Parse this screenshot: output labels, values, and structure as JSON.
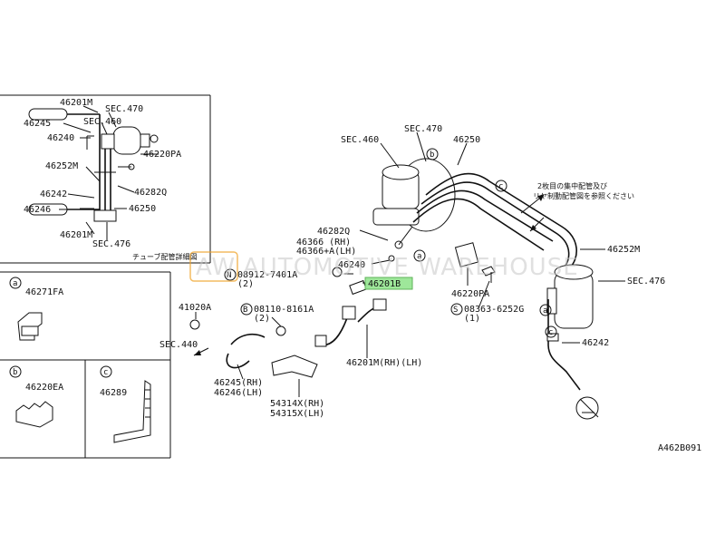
{
  "detail_box": {
    "caption": "チューブ配管詳細図",
    "labels": {
      "p46201M_top": "46201M",
      "sec470": "SEC.470",
      "p46245": "46245",
      "sec460": "SEC.460",
      "p46240": "46240",
      "p46220PA": "46220PA",
      "p46252M": "46252M",
      "p46282Q": "46282Q",
      "p46242": "46242",
      "p46250": "46250",
      "p46246": "46246",
      "p46201M_bot": "46201M",
      "sec476": "SEC.476"
    }
  },
  "inset_a": {
    "letter": "a",
    "part": "46271FA"
  },
  "inset_b": {
    "letter": "b",
    "part": "46220EA"
  },
  "inset_c": {
    "letter": "c",
    "part": "46289"
  },
  "main": {
    "sec460": "SEC.460",
    "sec470": "SEC.470",
    "p46250": "46250",
    "note_line1": "2枚目の集中配管及び",
    "note_line2": "リヤ制動配管図を参照ください",
    "p46282Q": "46282Q",
    "p46366_rh": "46366 (RH)",
    "p46366A_lh": "46366+A(LH)",
    "p46240": "46240",
    "p46252M": "46252M",
    "bolt1_no": "08912-7401A",
    "bolt1_qty": "(2)",
    "bolt1_prefix": "N",
    "p46201B": "46201B",
    "p46220PA": "46220PA",
    "sec476": "SEC.476",
    "p41020A": "41020A",
    "bolt2_prefix": "B",
    "bolt2_no": "08110-8161A",
    "bolt2_qty": "(2)",
    "bolt3_prefix": "S",
    "bolt3_no": "08363-6252G",
    "bolt3_qty": "(1)",
    "sec440": "SEC.440",
    "p46245_rh": "46245(RH)",
    "p46246_lh": "46246(LH)",
    "p54314X_rh": "54314X(RH)",
    "p54315X_lh": "54315X(LH)",
    "p46201M_rhlh": "46201M(RH)(LH)",
    "p46242": "46242",
    "callout_a": "a",
    "callout_b": "b",
    "callout_c": "c",
    "ref": "A462B091"
  },
  "watermark": {
    "badge": "AW",
    "text": "AUTOMOTIVE WAREHOUSE"
  },
  "colors": {
    "highlight": "#9ee79a",
    "watermark": "#c8c8c8",
    "badge_border": "#f0a020"
  }
}
